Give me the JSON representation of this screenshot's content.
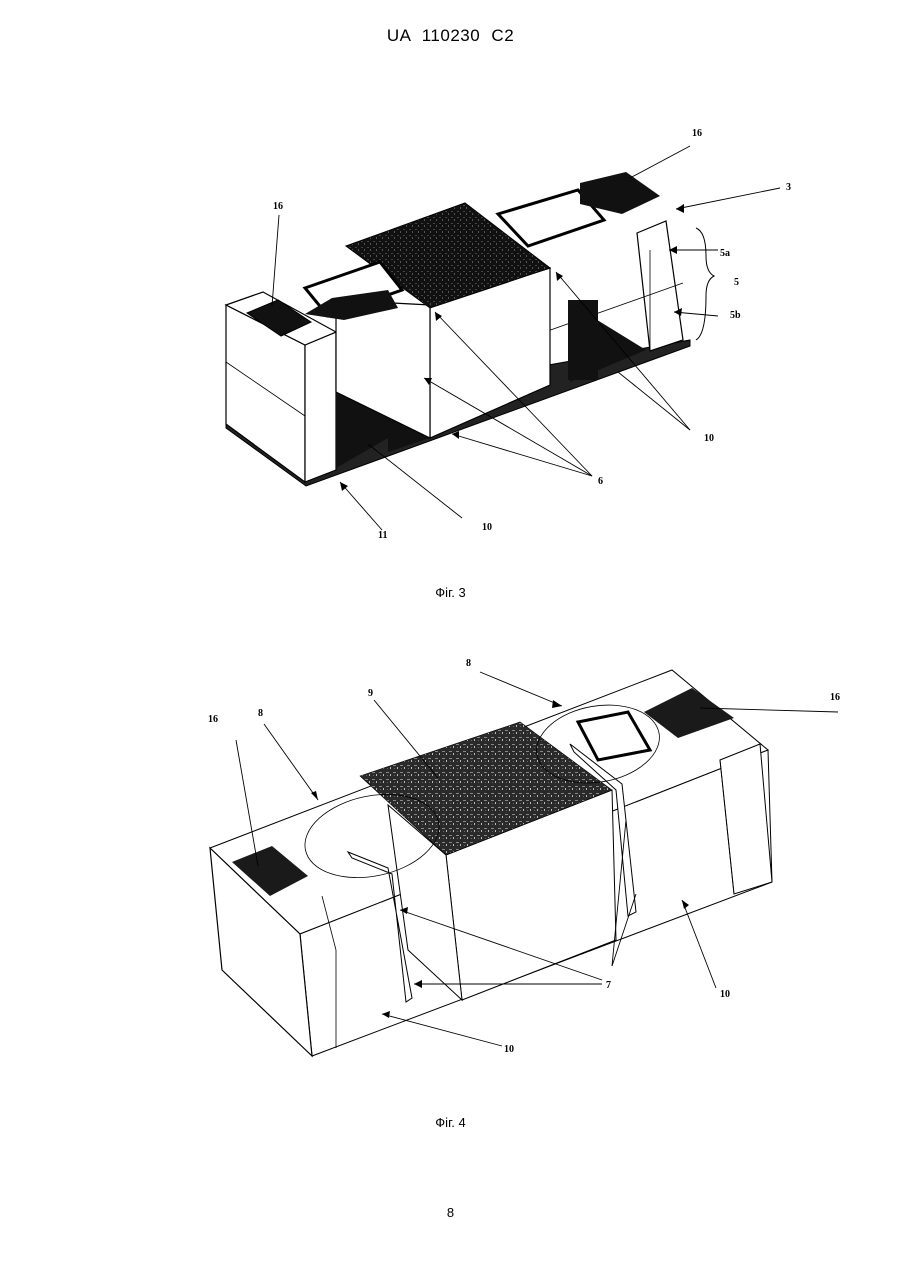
{
  "header": {
    "patent_id": "UA   110230   C2"
  },
  "figure3": {
    "caption": "Фіг. 3",
    "labels": {
      "l16_right": "16",
      "l3": "3",
      "l16_left": "16",
      "l5a": "5a",
      "l5": "5",
      "l5b": "5b",
      "l10_right": "10",
      "l6": "6",
      "l10_bottom": "10",
      "l11": "11"
    }
  },
  "figure4": {
    "caption": "Фіг. 4",
    "labels": {
      "l8_top": "8",
      "l16_right": "16",
      "l9": "9",
      "l16_left": "16",
      "l8_left": "8",
      "l7": "7",
      "l10_right": "10",
      "l10_bottom": "10"
    }
  },
  "footer": {
    "page_number": "8"
  }
}
